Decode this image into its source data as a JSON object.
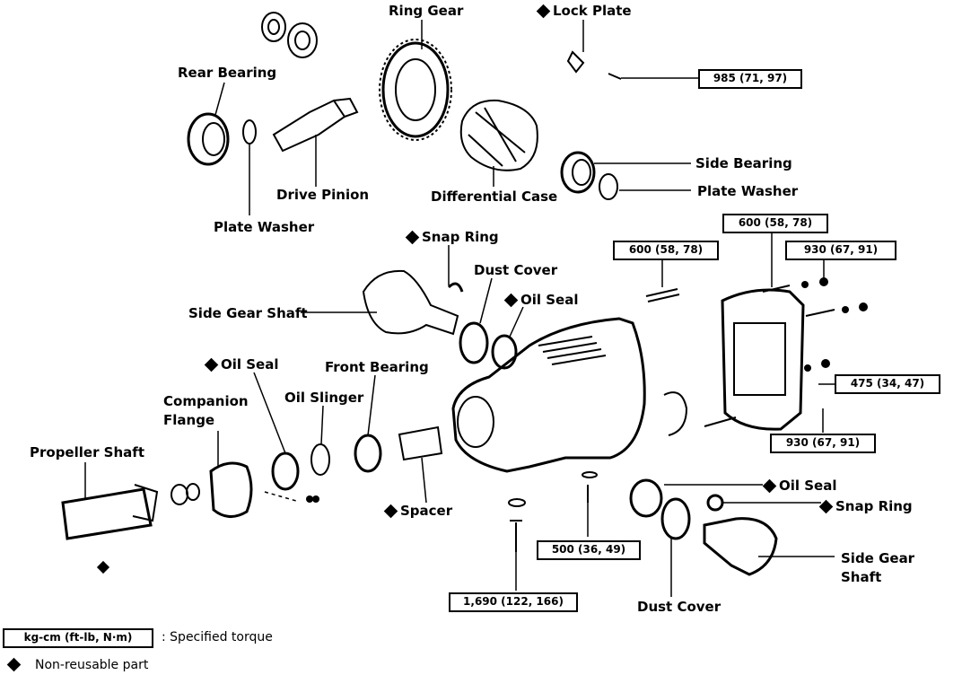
{
  "labels": {
    "ring_gear": "Ring Gear",
    "lock_plate": "Lock Plate",
    "rear_bearing": "Rear Bearing",
    "drive_pinion": "Drive Pinion",
    "plate_washer_1": "Plate Washer",
    "differential_case": "Differential Case",
    "side_bearing": "Side Bearing",
    "plate_washer_2": "Plate Washer",
    "snap_ring_1": "Snap Ring",
    "dust_cover_1": "Dust Cover",
    "oil_seal_1": "Oil Seal",
    "side_gear_shaft_1": "Side Gear Shaft",
    "oil_seal_2": "Oil Seal",
    "front_bearing": "Front Bearing",
    "oil_slinger": "Oil Slinger",
    "companion_flange_1": "Companion",
    "companion_flange_2": "Flange",
    "propeller_shaft": "Propeller Shaft",
    "spacer": "Spacer",
    "oil_seal_3": "Oil Seal",
    "snap_ring_2": "Snap Ring",
    "side_gear_shaft_2a": "Side Gear",
    "side_gear_shaft_2b": "Shaft",
    "dust_cover_2": "Dust Cover"
  },
  "torques": {
    "t985": "985 (71, 97)",
    "t600a": "600 (58, 78)",
    "t600b": "600 (58, 78)",
    "t930a": "930 (67, 91)",
    "t475": "475 (34, 47)",
    "t930b": "930 (67, 91)",
    "t500": "500 (36, 49)",
    "t1690": "1,690 (122, 166)"
  },
  "legend": {
    "torque_key": "kg-cm (ft-lb, N·m)",
    "torque_desc": ": Specified torque",
    "nonreusable_desc": "Non-reusable part"
  }
}
